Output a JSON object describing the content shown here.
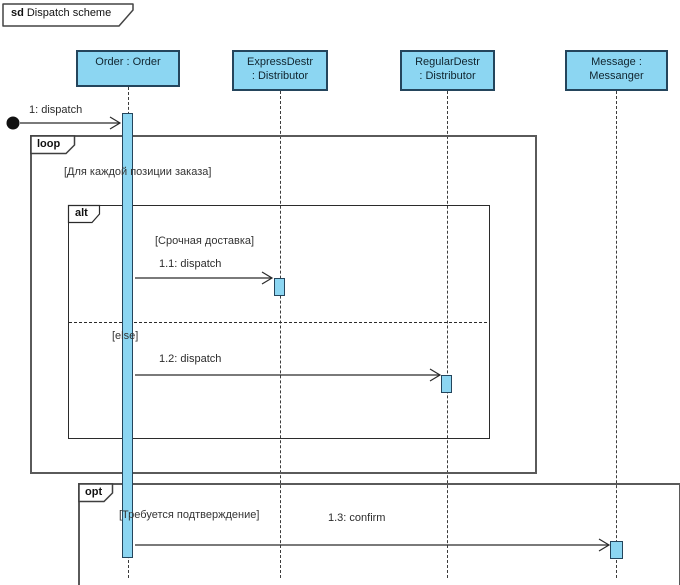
{
  "frame": {
    "keyword": "sd",
    "title": "Dispatch scheme"
  },
  "lifelines": [
    {
      "name": "Order : Order",
      "lines": [
        "Order : Order"
      ]
    },
    {
      "name": "ExpressDestr : Distributor",
      "lines": [
        "ExpressDestr",
        ": Distributor"
      ]
    },
    {
      "name": "RegularDestr : Distributor",
      "lines": [
        "RegularDestr",
        ": Distributor"
      ]
    },
    {
      "name": "Message : Messanger",
      "lines": [
        "Message :",
        "Messanger"
      ]
    }
  ],
  "messages": [
    {
      "label": "1: dispatch",
      "from": "found",
      "to": "Order : Order"
    },
    {
      "label": "1.1: dispatch",
      "from": "Order : Order",
      "to": "ExpressDestr : Distributor"
    },
    {
      "label": "1.2: dispatch",
      "from": "Order : Order",
      "to": "RegularDestr : Distributor"
    },
    {
      "label": "1.3: confirm",
      "from": "Order : Order",
      "to": "Message : Messanger"
    }
  ],
  "fragments": {
    "loop": {
      "operator": "loop",
      "guard": "[Для каждой позиции заказа]"
    },
    "alt": {
      "operator": "alt",
      "guard1": "[Срочная доставка]",
      "guard2": "[else]"
    },
    "opt": {
      "operator": "opt",
      "guard": "[Требуется подтверждение]"
    }
  },
  "colors": {
    "shape_fill": "#8cd6f2",
    "shape_border": "#24455c",
    "line": "#2b2b2b",
    "fragment_border": "#5a5a5a"
  }
}
